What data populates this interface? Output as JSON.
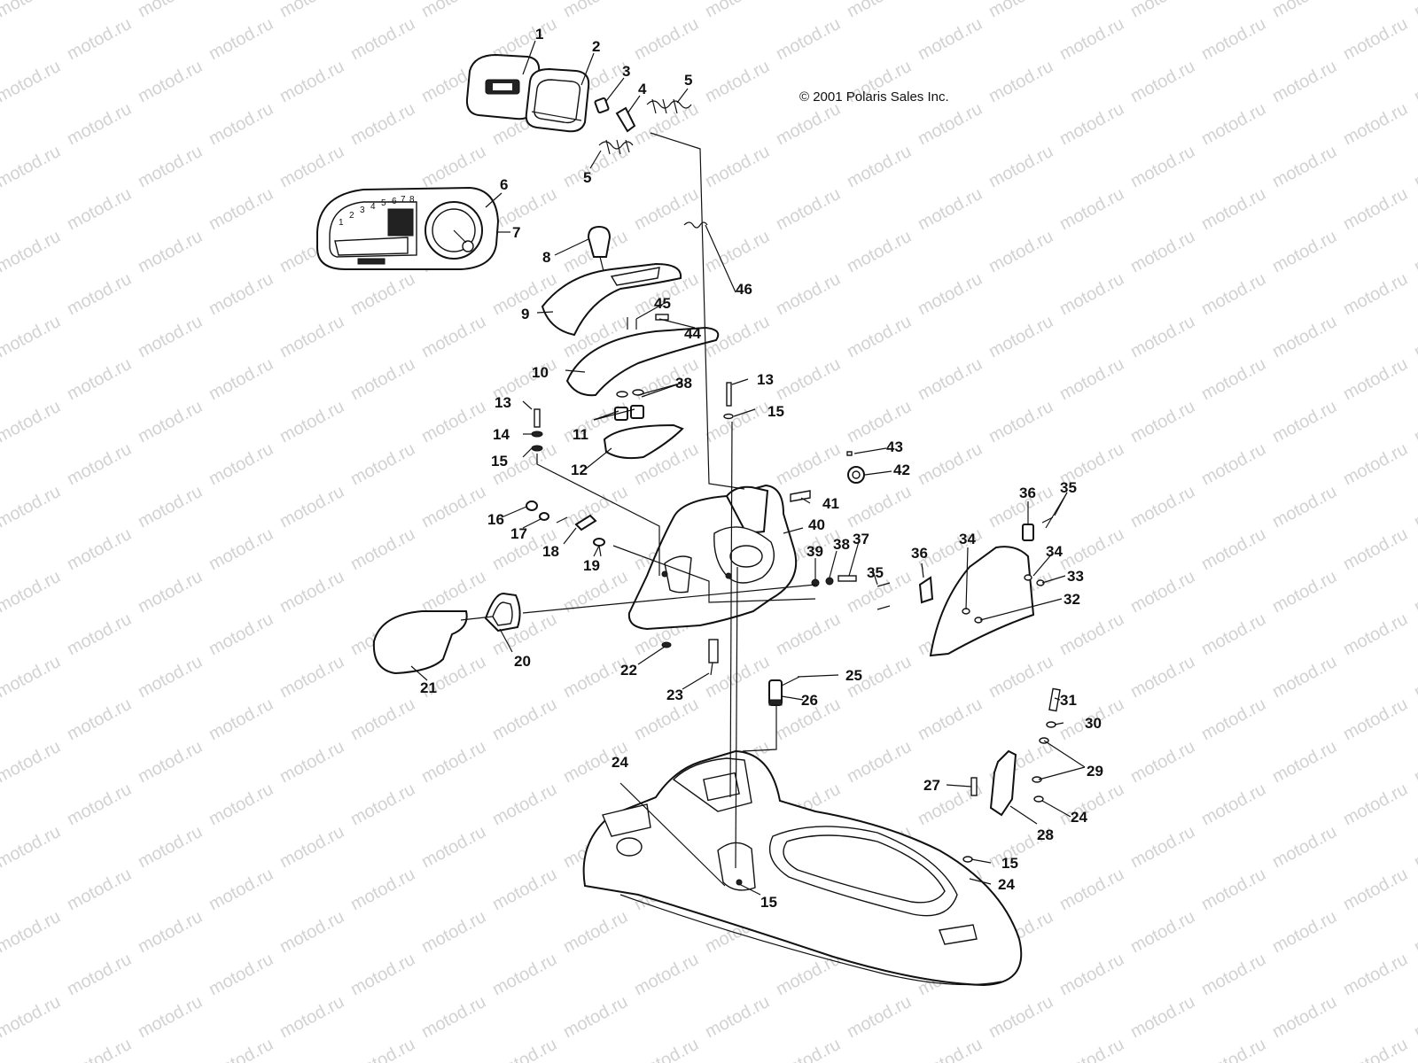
{
  "copyright": "© 2001 Polaris Sales Inc.",
  "watermark": "motod.ru",
  "gauge_digits": [
    "1",
    "2",
    "3",
    "4",
    "5",
    "6",
    "7",
    "8"
  ],
  "callouts": {
    "c1": "1",
    "c2": "2",
    "c3": "3",
    "c4": "4",
    "c5a": "5",
    "c5b": "5",
    "c6": "6",
    "c7": "7",
    "c8": "8",
    "c9": "9",
    "c10": "10",
    "c11": "11",
    "c12": "12",
    "c13a": "13",
    "c13b": "13",
    "c14": "14",
    "c15a": "15",
    "c15b": "15",
    "c15c": "15",
    "c15d": "15",
    "c16": "16",
    "c17": "17",
    "c18": "18",
    "c19": "19",
    "c20": "20",
    "c21": "21",
    "c22": "22",
    "c23": "23",
    "c24a": "24",
    "c24b": "24",
    "c24c": "24",
    "c25": "25",
    "c26": "26",
    "c27": "27",
    "c28": "28",
    "c29": "29",
    "c30": "30",
    "c31": "31",
    "c32": "32",
    "c33": "33",
    "c34a": "34",
    "c34b": "34",
    "c35a": "35",
    "c35b": "35",
    "c36a": "36",
    "c36b": "36",
    "c37": "37",
    "c38a": "38",
    "c38b": "38",
    "c39": "39",
    "c40": "40",
    "c41": "41",
    "c42": "42",
    "c43": "43",
    "c44": "44",
    "c45": "45",
    "c46": "46"
  }
}
